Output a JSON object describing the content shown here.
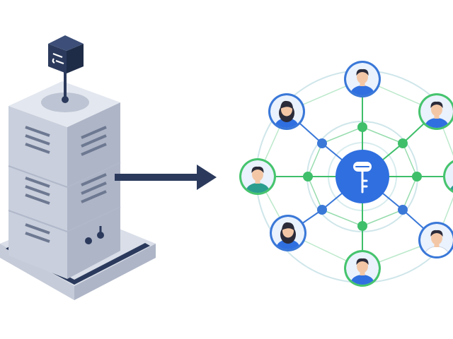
{
  "colors": {
    "background": "#ffffff",
    "server_front": "#c9cfdc",
    "server_side": "#aeb5c7",
    "server_top": "#e3e7ef",
    "server_dark": "#2b3a5c",
    "server_base_top": "#d9dee8",
    "server_base_side": "#b9c0cf",
    "arrow": "#2b3a5c",
    "hub_fill": "#2f6fe0",
    "ring_outline": "#cfe6ea",
    "link_green": "#3fbf6a",
    "link_blue": "#3a78d8",
    "node_blue_ring": "#3a78d8",
    "node_green_ring": "#46c46e",
    "node_bg": "#eaf2fd",
    "skin": "#f3c7a6",
    "hair": "#2b2b3a",
    "shirt_blue": "#2f6fe0",
    "shirt_teal": "#2a9d8f"
  },
  "icons": {
    "server": "server-tower-icon",
    "tag": "chip-tag-icon",
    "arrow": "arrow-right-icon",
    "hub": "key-icon",
    "person": "person-avatar-icon"
  },
  "network": {
    "nodes": [
      {
        "ring": "blue",
        "gender": "male",
        "shirt": "blue"
      },
      {
        "ring": "green",
        "gender": "male",
        "shirt": "blue"
      },
      {
        "ring": "green",
        "gender": "male",
        "shirt": "teal"
      },
      {
        "ring": "blue",
        "gender": "male",
        "shirt": "white"
      },
      {
        "ring": "green",
        "gender": "male",
        "shirt": "blue"
      },
      {
        "ring": "blue",
        "gender": "female",
        "shirt": "blue"
      },
      {
        "ring": "green",
        "gender": "male",
        "shirt": "teal"
      },
      {
        "ring": "blue",
        "gender": "female",
        "shirt": "blue"
      }
    ]
  }
}
